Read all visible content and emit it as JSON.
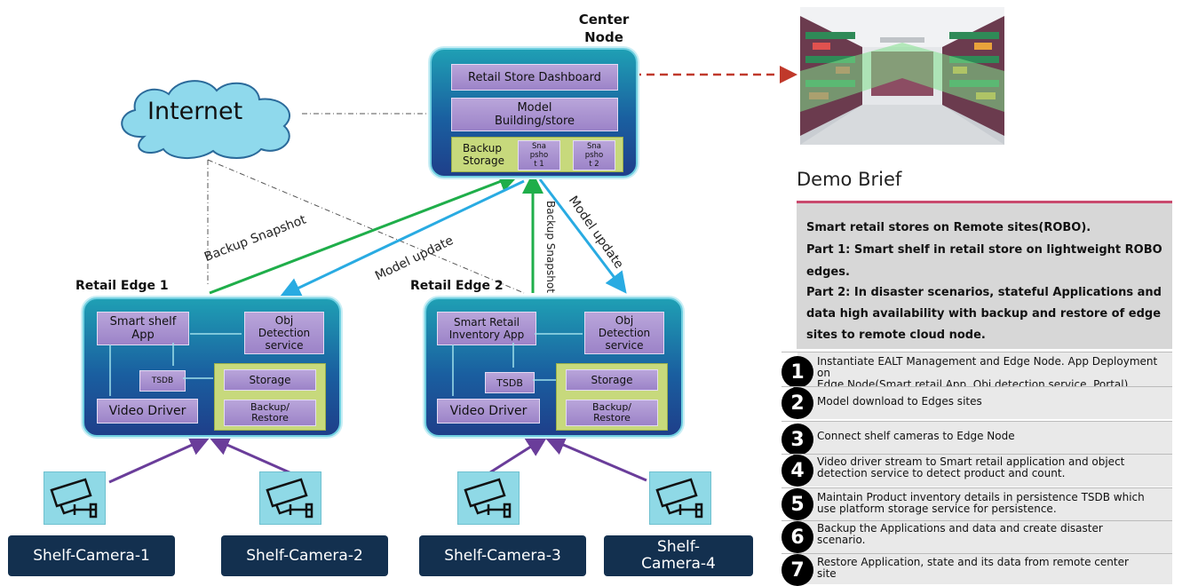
{
  "center_node": {
    "title_line1": "Center",
    "title_line2": "Node",
    "dashboard": "Retail Store Dashboard",
    "model_line1": "Model",
    "model_line2": "Building/store",
    "backup_line1": "Backup",
    "backup_line2": "Storage",
    "snapshot1": [
      "Sna",
      "psho",
      "t 1"
    ],
    "snapshot2": [
      "Sna",
      "psho",
      "t 2"
    ]
  },
  "internet": "Internet",
  "links": {
    "backup_snapshot_1": "Backup Snapshot",
    "model_update_1": "Model update",
    "backup_snapshot_2": "Backup Snapshot",
    "model_update_2": "Model update"
  },
  "edge1": {
    "title": "Retail Edge 1",
    "app_line1": "Smart shelf",
    "app_line2": "App",
    "obj_line1": "Obj",
    "obj_line2": "Detection",
    "obj_line3": "service",
    "tsdb": "TSDB",
    "storage": "Storage",
    "backup_line1": "Backup/",
    "backup_line2": "Restore",
    "video": "Video Driver"
  },
  "edge2": {
    "title": "Retail Edge 2",
    "app_line1": "Smart Retail",
    "app_line2": "Inventory App",
    "obj_line1": "Obj",
    "obj_line2": "Detection",
    "obj_line3": "service",
    "tsdb": "TSDB",
    "storage": "Storage",
    "backup_line1": "Backup/",
    "backup_line2": "Restore",
    "video": "Video Driver"
  },
  "cameras": [
    {
      "label": "Shelf-Camera-1"
    },
    {
      "label": "Shelf-Camera-2"
    },
    {
      "label": "Shelf-Camera-3"
    },
    {
      "label_line1": "Shelf-",
      "label_line2": "Camera-4"
    }
  ],
  "demo": {
    "title": "Demo Brief",
    "brief": [
      "Smart retail stores on Remote sites(ROBO).",
      "Part 1: Smart shelf in retail store on lightweight ROBO",
      "edges.",
      "Part 2: In disaster scenarios, stateful Applications and",
      "data high availability with backup and restore of edge",
      "sites to remote cloud node."
    ],
    "steps": [
      {
        "num": "1",
        "line1": "Instantiate EALT Management and Edge Node. App Deployment on",
        "line2": "Edge Node(Smart retail App, Obj detection service, Portal)"
      },
      {
        "num": "2",
        "line1": "Model download to Edges sites",
        "line2": ""
      },
      {
        "num": "3",
        "line1": "Connect shelf cameras to Edge Node",
        "line2": ""
      },
      {
        "num": "4",
        "line1": "Video driver stream to Smart retail application and object",
        "line2": "detection service  to detect product and count."
      },
      {
        "num": "5",
        "line1": "Maintain Product inventory details in persistence TSDB which",
        "line2": "use platform storage service for persistence."
      },
      {
        "num": "6",
        "line1": "Backup the Applications and data and create disaster",
        "line2": "scenario."
      },
      {
        "num": "7",
        "line1": "Restore Application, state and its data from remote center",
        "line2": "site"
      }
    ]
  },
  "colors": {
    "green_arrow": "#1fae4a",
    "blue_arrow": "#29abe2",
    "purple_arrow": "#6a3d9a",
    "red_dashed": "#c0392b",
    "camera_label_bg": "#13304f",
    "demo_rule": "#c94a6e"
  },
  "icons": {
    "camera": "security-camera-icon",
    "store": "retail-store-aisle-image",
    "cloud": "cloud-shape"
  }
}
